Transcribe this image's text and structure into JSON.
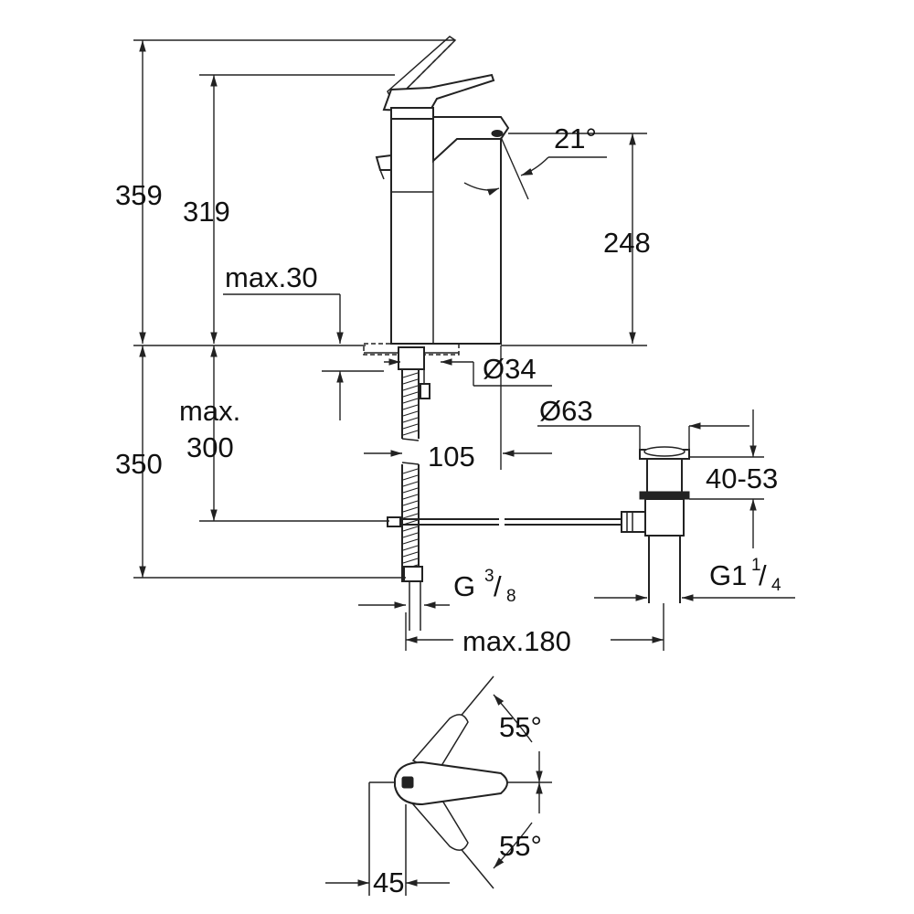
{
  "dimensions": {
    "total_height": "359",
    "spout_height": "319",
    "outlet_height": "248",
    "deck_thickness": "max.30",
    "spout_angle": "21°",
    "base_diameter": "Ø34",
    "hole_diameter": "Ø63",
    "projection": "105",
    "hose_length": "350",
    "max_below_label": "max.",
    "max_below_value": "300",
    "waste_adjust": "40-53",
    "connection_g": "G",
    "connection_num": "3",
    "connection_den": "8",
    "waste_thread_g": "G1",
    "waste_thread_num": "1",
    "waste_thread_den": "4",
    "waste_offset": "max.180",
    "lever_angle_top": "55°",
    "lever_angle_bottom": "55°",
    "lever_offset": "45"
  },
  "colors": {
    "line": "#222222",
    "background": "#ffffff"
  },
  "icons": [
    "faucet-side-view",
    "lever-top-view",
    "pop-up-waste"
  ]
}
